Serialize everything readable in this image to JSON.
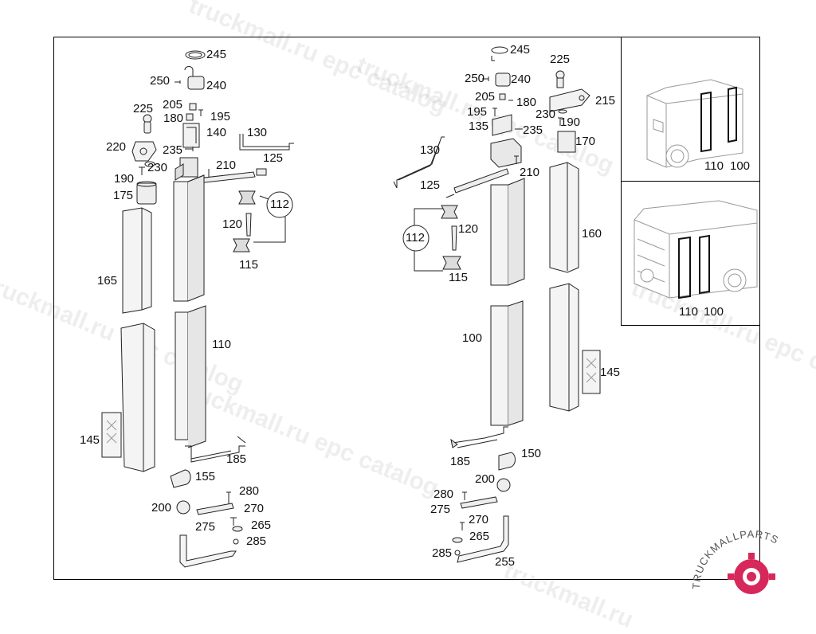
{
  "watermark": {
    "text1": "truckmall.ru epc catalog",
    "text2": "truckmall.ru"
  },
  "logo": {
    "text": "TRUCKMALLPARTS",
    "accent": "#d6285a"
  },
  "left_assembly": {
    "c245": "245",
    "c250": "250",
    "c240": "240",
    "c225": "225",
    "c205": "205",
    "c180": "180",
    "c195": "195",
    "c140": "140",
    "c130": "130",
    "c220": "220",
    "c235": "235",
    "c210": "210",
    "c125": "125",
    "c190": "190",
    "c230": "230",
    "c175": "175",
    "c112": "112",
    "c120": "120",
    "c115": "115",
    "c165": "165",
    "c110": "110",
    "c145": "145",
    "c185": "185",
    "c155": "155",
    "c280": "280",
    "c200": "200",
    "c270": "270",
    "c275": "275",
    "c265": "265",
    "c285": "285"
  },
  "right_assembly": {
    "c245": "245",
    "c250": "250",
    "c240": "240",
    "c225": "225",
    "c205": "205",
    "c180": "180",
    "c215": "215",
    "c195": "195",
    "c230": "230",
    "c135": "135",
    "c190": "190",
    "c235": "235",
    "c130": "130",
    "c170": "170",
    "c210": "210",
    "c125": "125",
    "c160": "160",
    "c112": "112",
    "c120": "120",
    "c115": "115",
    "c100": "100",
    "c145": "145",
    "c185": "185",
    "c150": "150",
    "c200": "200",
    "c280": "280",
    "c275": "275",
    "c270": "270",
    "c265": "265",
    "c285": "285",
    "c255": "255"
  },
  "inset_top": {
    "c110": "110",
    "c100": "100"
  },
  "inset_bottom": {
    "c110": "110",
    "c100": "100"
  }
}
